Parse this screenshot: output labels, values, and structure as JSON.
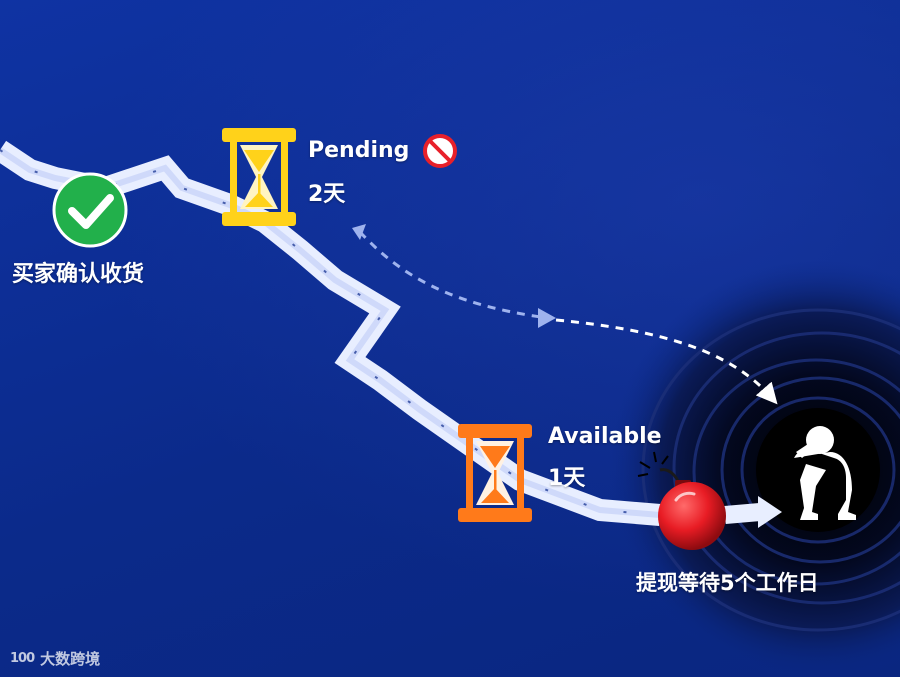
{
  "steps": {
    "buyer_confirm": "买家确认收货",
    "pending_label": "Pending",
    "pending_days": "2天",
    "available_label": "Available",
    "available_days": "1天",
    "withdraw_wait": "提现等待5个工作日"
  },
  "watermark": {
    "logo": "100",
    "brand": "大数跨境"
  },
  "colors": {
    "background": "#0b2a8a",
    "arrow": "#e8eeff",
    "check": "#22b04b",
    "pending_hourglass": "#ffd21a",
    "available_hourglass": "#ff7a1a",
    "forbidden": "#e8202a",
    "bomb": "#e81c24",
    "vortex": "#02061a"
  },
  "icons": {
    "check": "check-circle-icon",
    "pending": "hourglass-icon",
    "available": "hourglass-icon",
    "forbidden": "no-entry-icon",
    "bomb": "bomb-icon",
    "person": "sad-person-icon",
    "vortex": "black-hole-icon"
  }
}
